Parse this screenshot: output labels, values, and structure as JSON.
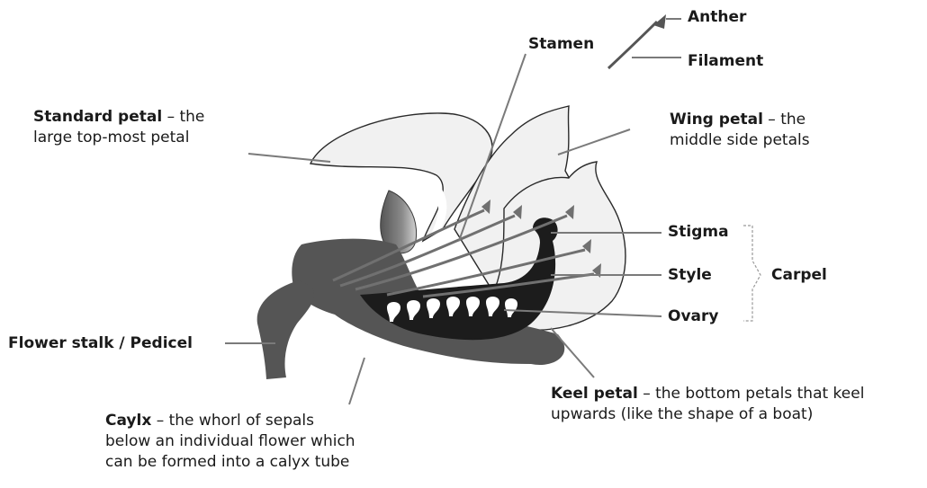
{
  "labels": {
    "anther": "Anther",
    "filament": "Filament",
    "stamen": "Stamen",
    "standard_petal": {
      "term": "Standard petal",
      "desc_1": " – the",
      "desc_2": "large top-most petal"
    },
    "wing_petal": {
      "term": "Wing petal",
      "desc_1": " – the",
      "desc_2": "middle side petals"
    },
    "stigma": "Stigma",
    "style": "Style",
    "ovary": "Ovary",
    "carpel": "Carpel",
    "flower_stalk": "Flower stalk / Pedicel",
    "calyx": {
      "term": "Caylx",
      "desc_1": " – the whorl of sepals",
      "desc_2": "below an individual flower which",
      "desc_3": "can be formed into a calyx tube"
    },
    "keel_petal": {
      "term": "Keel petal",
      "desc_1": " – the bottom petals that keel",
      "desc_2": "upwards (like the shape of a boat)"
    }
  },
  "colors": {
    "petal_fill": "#f1f1f1",
    "petal_outline": "#2a2a2a",
    "sepal": "#555555",
    "carpel": "#1c1c1c",
    "stamen": "#707070",
    "leader_line": "#7a7a7a",
    "bracket": "#9a9a9a"
  }
}
